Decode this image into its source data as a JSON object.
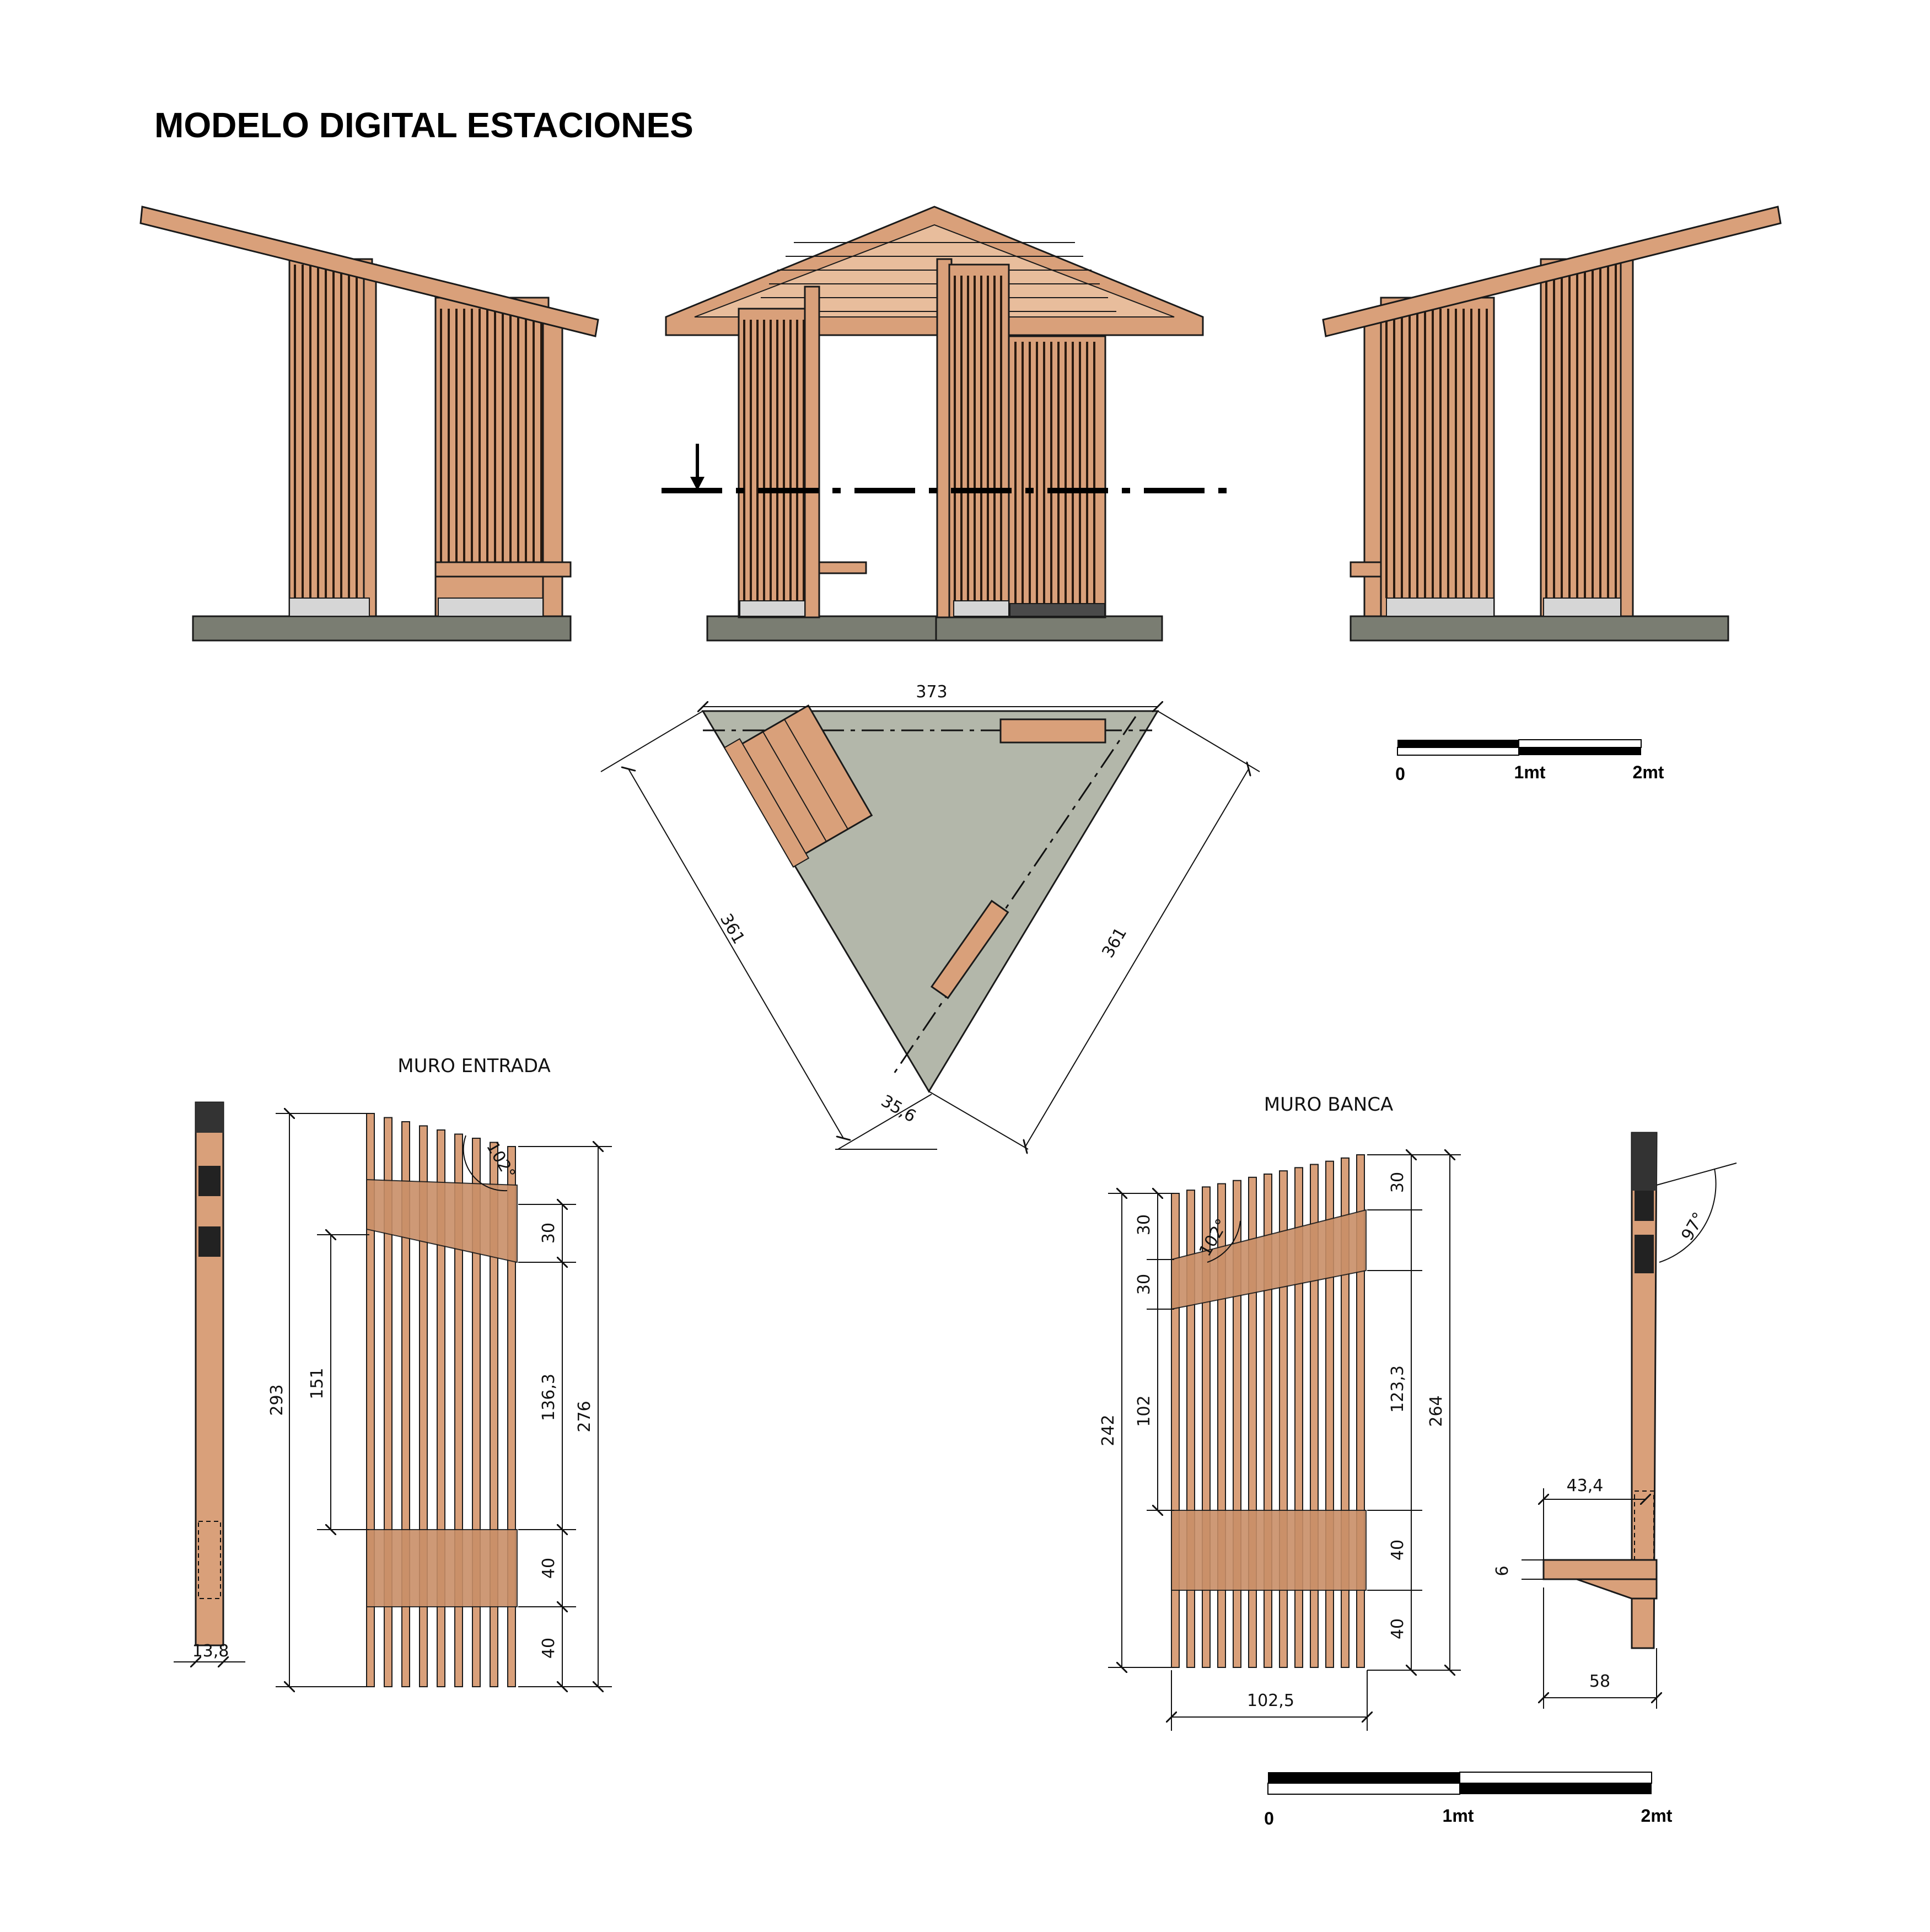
{
  "title": "MODELO  DIGITAL ESTACIONES",
  "colors": {
    "wood": "#d9a07a",
    "wood_dark": "#b87a54",
    "concrete": "#7a7d72",
    "plan_floor": "#b3b7aa",
    "line": "#1a1a1a"
  },
  "plan": {
    "dims": [
      "373",
      "361",
      "361",
      "35,6"
    ]
  },
  "muro_entrada": {
    "label": "MURO ENTRADA",
    "angle": "102°",
    "dims": [
      "293",
      "151",
      "30",
      "136,3",
      "276",
      "40",
      "40",
      "13,8"
    ]
  },
  "muro_banca": {
    "label": "MURO  BANCA",
    "angle_a": "102°",
    "angle_b": "97°",
    "dims": [
      "30",
      "30",
      "242",
      "102",
      "30",
      "123,3",
      "264",
      "40",
      "40",
      "102,5",
      "43,4",
      "6",
      "58"
    ]
  },
  "scale_bars": [
    {
      "labels": [
        "0",
        "1mt",
        "2mt"
      ]
    },
    {
      "labels": [
        "0",
        "1mt",
        "2mt"
      ]
    }
  ]
}
